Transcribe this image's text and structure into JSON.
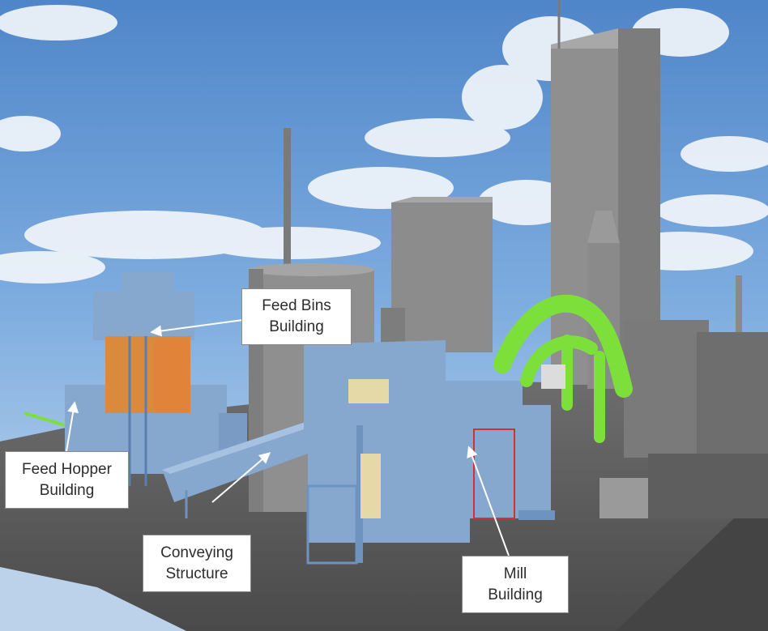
{
  "figure": {
    "description_tags": [
      "industrial-plant-3d-model"
    ],
    "colors": {
      "sky": "#6c9fd8",
      "ground": "#5c5c5c",
      "building_blue": "#86a8cf",
      "concrete_gray": "#8d8d8d",
      "duct_green": "#7de03a",
      "tank_orange": "#e1843a"
    }
  },
  "labels": {
    "feed_bins": [
      "Feed Bins",
      "Building"
    ],
    "feed_hopper": [
      "Feed Hopper",
      "Building"
    ],
    "conveying": [
      "Conveying",
      "Structure"
    ],
    "mill": [
      "Mill",
      "Building"
    ]
  }
}
